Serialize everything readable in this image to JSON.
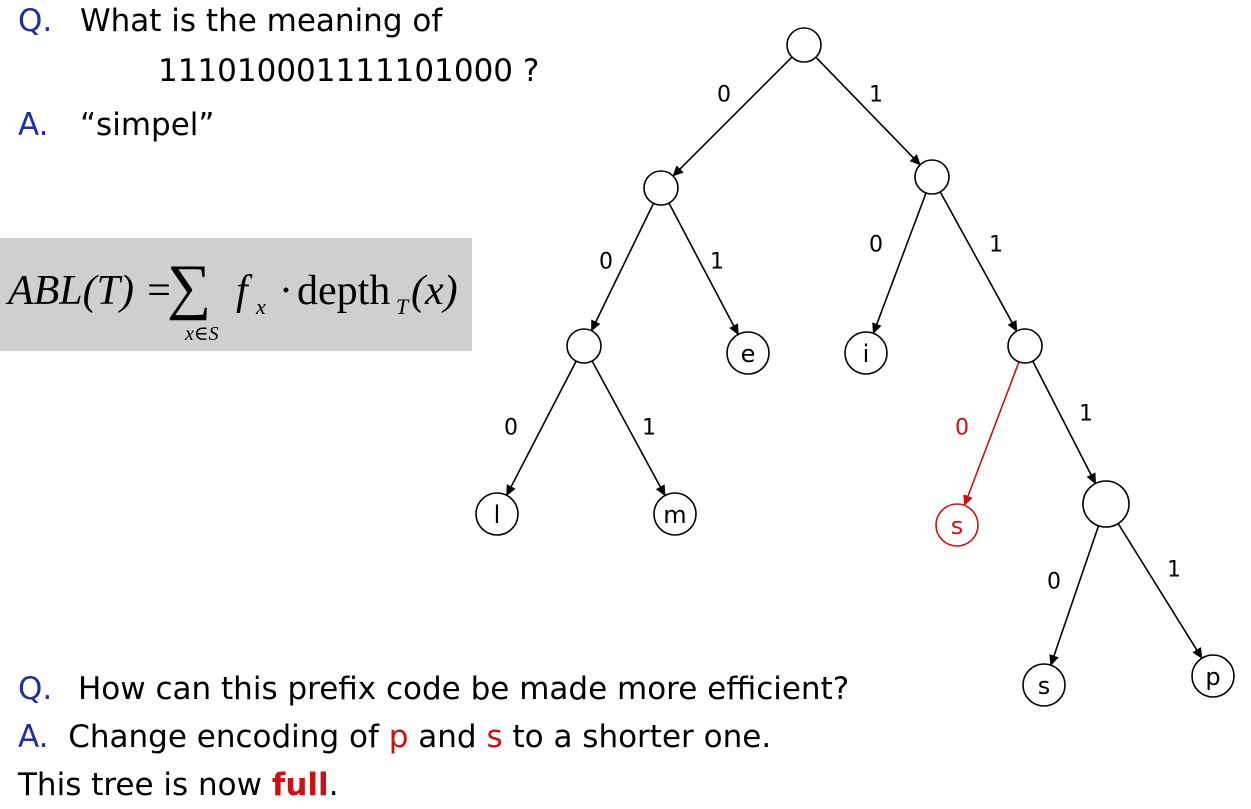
{
  "q1": {
    "prefix": "Q.",
    "question": "What is the meaning of",
    "bits": "111010001111101000 ?"
  },
  "a1": {
    "prefix": "A.",
    "answer": "“simpel”"
  },
  "formula": {
    "lhs": "ABL(T) =",
    "sum": "∑",
    "sub": "x∈S",
    "f": "f",
    "fsub": "x",
    "dot": "·",
    "depth": "depth",
    "depthsub": "T",
    "arg": "(x)"
  },
  "q2": {
    "prefix": "Q.",
    "question": "How can this prefix code be made more efficient?"
  },
  "a2": {
    "prefix": "A.",
    "before": "Change encoding of",
    "p": "p",
    "and": "and",
    "s": "s",
    "after": "to a shorter one."
  },
  "note": {
    "before": "This tree is now",
    "full": "full",
    "after": "."
  },
  "tree": {
    "nodes": [
      {
        "id": "root",
        "label": ""
      },
      {
        "id": "n0",
        "label": ""
      },
      {
        "id": "n1",
        "label": ""
      },
      {
        "id": "n00",
        "label": ""
      },
      {
        "id": "e",
        "label": "e"
      },
      {
        "id": "i",
        "label": "i"
      },
      {
        "id": "n11",
        "label": ""
      },
      {
        "id": "l",
        "label": "l"
      },
      {
        "id": "m",
        "label": "m"
      },
      {
        "id": "s_red",
        "label": "s",
        "highlight": true
      },
      {
        "id": "n111",
        "label": ""
      },
      {
        "id": "s",
        "label": "s"
      },
      {
        "id": "p",
        "label": "p"
      }
    ],
    "edges": [
      {
        "from": "root",
        "to": "n0",
        "label": "0"
      },
      {
        "from": "root",
        "to": "n1",
        "label": "1"
      },
      {
        "from": "n0",
        "to": "n00",
        "label": "0"
      },
      {
        "from": "n0",
        "to": "e",
        "label": "1"
      },
      {
        "from": "n1",
        "to": "i",
        "label": "0"
      },
      {
        "from": "n1",
        "to": "n11",
        "label": "1"
      },
      {
        "from": "n00",
        "to": "l",
        "label": "0"
      },
      {
        "from": "n00",
        "to": "m",
        "label": "1"
      },
      {
        "from": "n11",
        "to": "s_red",
        "label": "0",
        "highlight": true
      },
      {
        "from": "n11",
        "to": "n111",
        "label": "1"
      },
      {
        "from": "n111",
        "to": "s",
        "label": "0"
      },
      {
        "from": "n111",
        "to": "p",
        "label": "1"
      }
    ]
  },
  "colors": {
    "accent_blue": "#1f2f9c",
    "highlight_red": "#cc1111",
    "formula_bg": "#cfcfcf"
  }
}
